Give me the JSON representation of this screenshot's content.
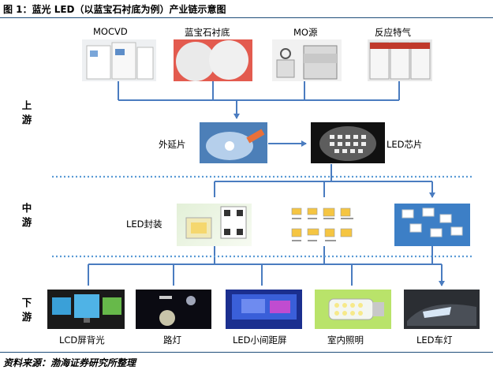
{
  "title": "图 1：蓝光 LED（以蓝宝石衬底为例）产业链示意图",
  "stages": {
    "upstream": "上游",
    "midstream": "中游",
    "downstream": "下游"
  },
  "inputs": [
    {
      "label": "MOCVD",
      "icon": "mocvd-machine-photo"
    },
    {
      "label": "蓝宝石衬底",
      "icon": "sapphire-wafer-photo"
    },
    {
      "label": "MO源",
      "icon": "mo-source-container-photo"
    },
    {
      "label": "反应特气",
      "icon": "special-gas-cabinet-photo"
    }
  ],
  "upstream_steps": [
    {
      "label": "外延片",
      "icon": "epitaxial-wafer-photo"
    },
    {
      "label": "LED芯片",
      "icon": "led-chip-wafer-photo"
    }
  ],
  "midstream": {
    "label": "LED封装",
    "icon": "led-package-photo"
  },
  "outputs": [
    {
      "label": "LCD屏背光",
      "icon": "lcd-monitors-photo"
    },
    {
      "label": "路灯",
      "icon": "street-light-photo"
    },
    {
      "label": "LED小间距屏",
      "icon": "led-screen-photo"
    },
    {
      "label": "室内照明",
      "icon": "led-corn-bulb-photo"
    },
    {
      "label": "LED车灯",
      "icon": "car-headlight-photo"
    }
  ],
  "source": "资料来源：渤海证券研究所整理",
  "colors": {
    "arrow": "#4a7cc0",
    "dotted": "#5b9bd5",
    "rule": "#1f4e79"
  }
}
